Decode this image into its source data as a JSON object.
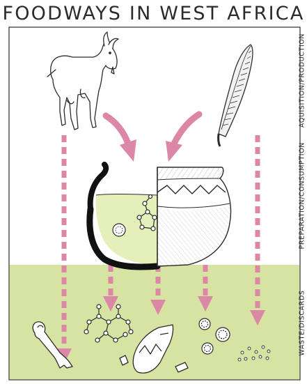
{
  "title": "FOODWAYS IN WEST AFRICA",
  "side_labels": {
    "acquisition": "AQUISITION/PRODUCTION",
    "preparation": "PREPARATION/CONSUMPTION",
    "waste": "WASTE/DISCARDS"
  },
  "colors": {
    "waste_band": "#d6e3a2",
    "pot_fill": "#e4efb9",
    "arrow_pink": "#dd87a6",
    "ink": "#2b2b2b"
  },
  "icons": [
    "goat-icon",
    "millet-icon",
    "pot-icon",
    "bone-icon",
    "starch-molecule-icon",
    "pottery-sherd-icon",
    "pollen-icon",
    "seed-dots-icon"
  ]
}
